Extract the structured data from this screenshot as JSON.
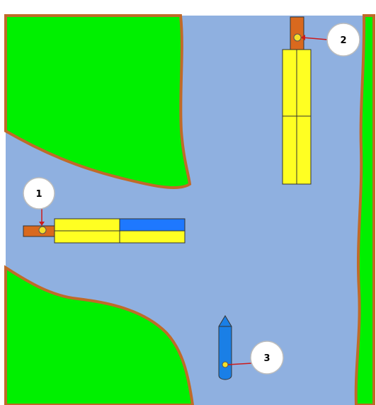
{
  "colors": {
    "water": "#8fb0e0",
    "land": "#00f000",
    "shore": "#c06a28",
    "tug": "#d9691e",
    "barge_yellow": "#ffff22",
    "barge_blue": "#1e78ff",
    "boat_blue": "#1a7fe6",
    "line_red": "#cc1b1b",
    "marker_yellow": "#f4e02a"
  },
  "callouts": [
    {
      "id": "1",
      "label": "1",
      "target": "tow-left",
      "icon": "numbered-callout"
    },
    {
      "id": "2",
      "label": "2",
      "target": "tow-top-right",
      "icon": "numbered-callout"
    },
    {
      "id": "3",
      "label": "3",
      "target": "boat-small",
      "icon": "numbered-callout"
    }
  ],
  "vessels": [
    {
      "id": "tow-left",
      "type": "tug-with-barges",
      "heading": "east",
      "barges": [
        "yellow",
        "blue-yellow"
      ]
    },
    {
      "id": "tow-top-right",
      "type": "tug-with-barges",
      "heading": "south",
      "barges": [
        "yellow",
        "yellow"
      ]
    },
    {
      "id": "boat-small",
      "type": "single-boat",
      "heading": "north"
    }
  ]
}
